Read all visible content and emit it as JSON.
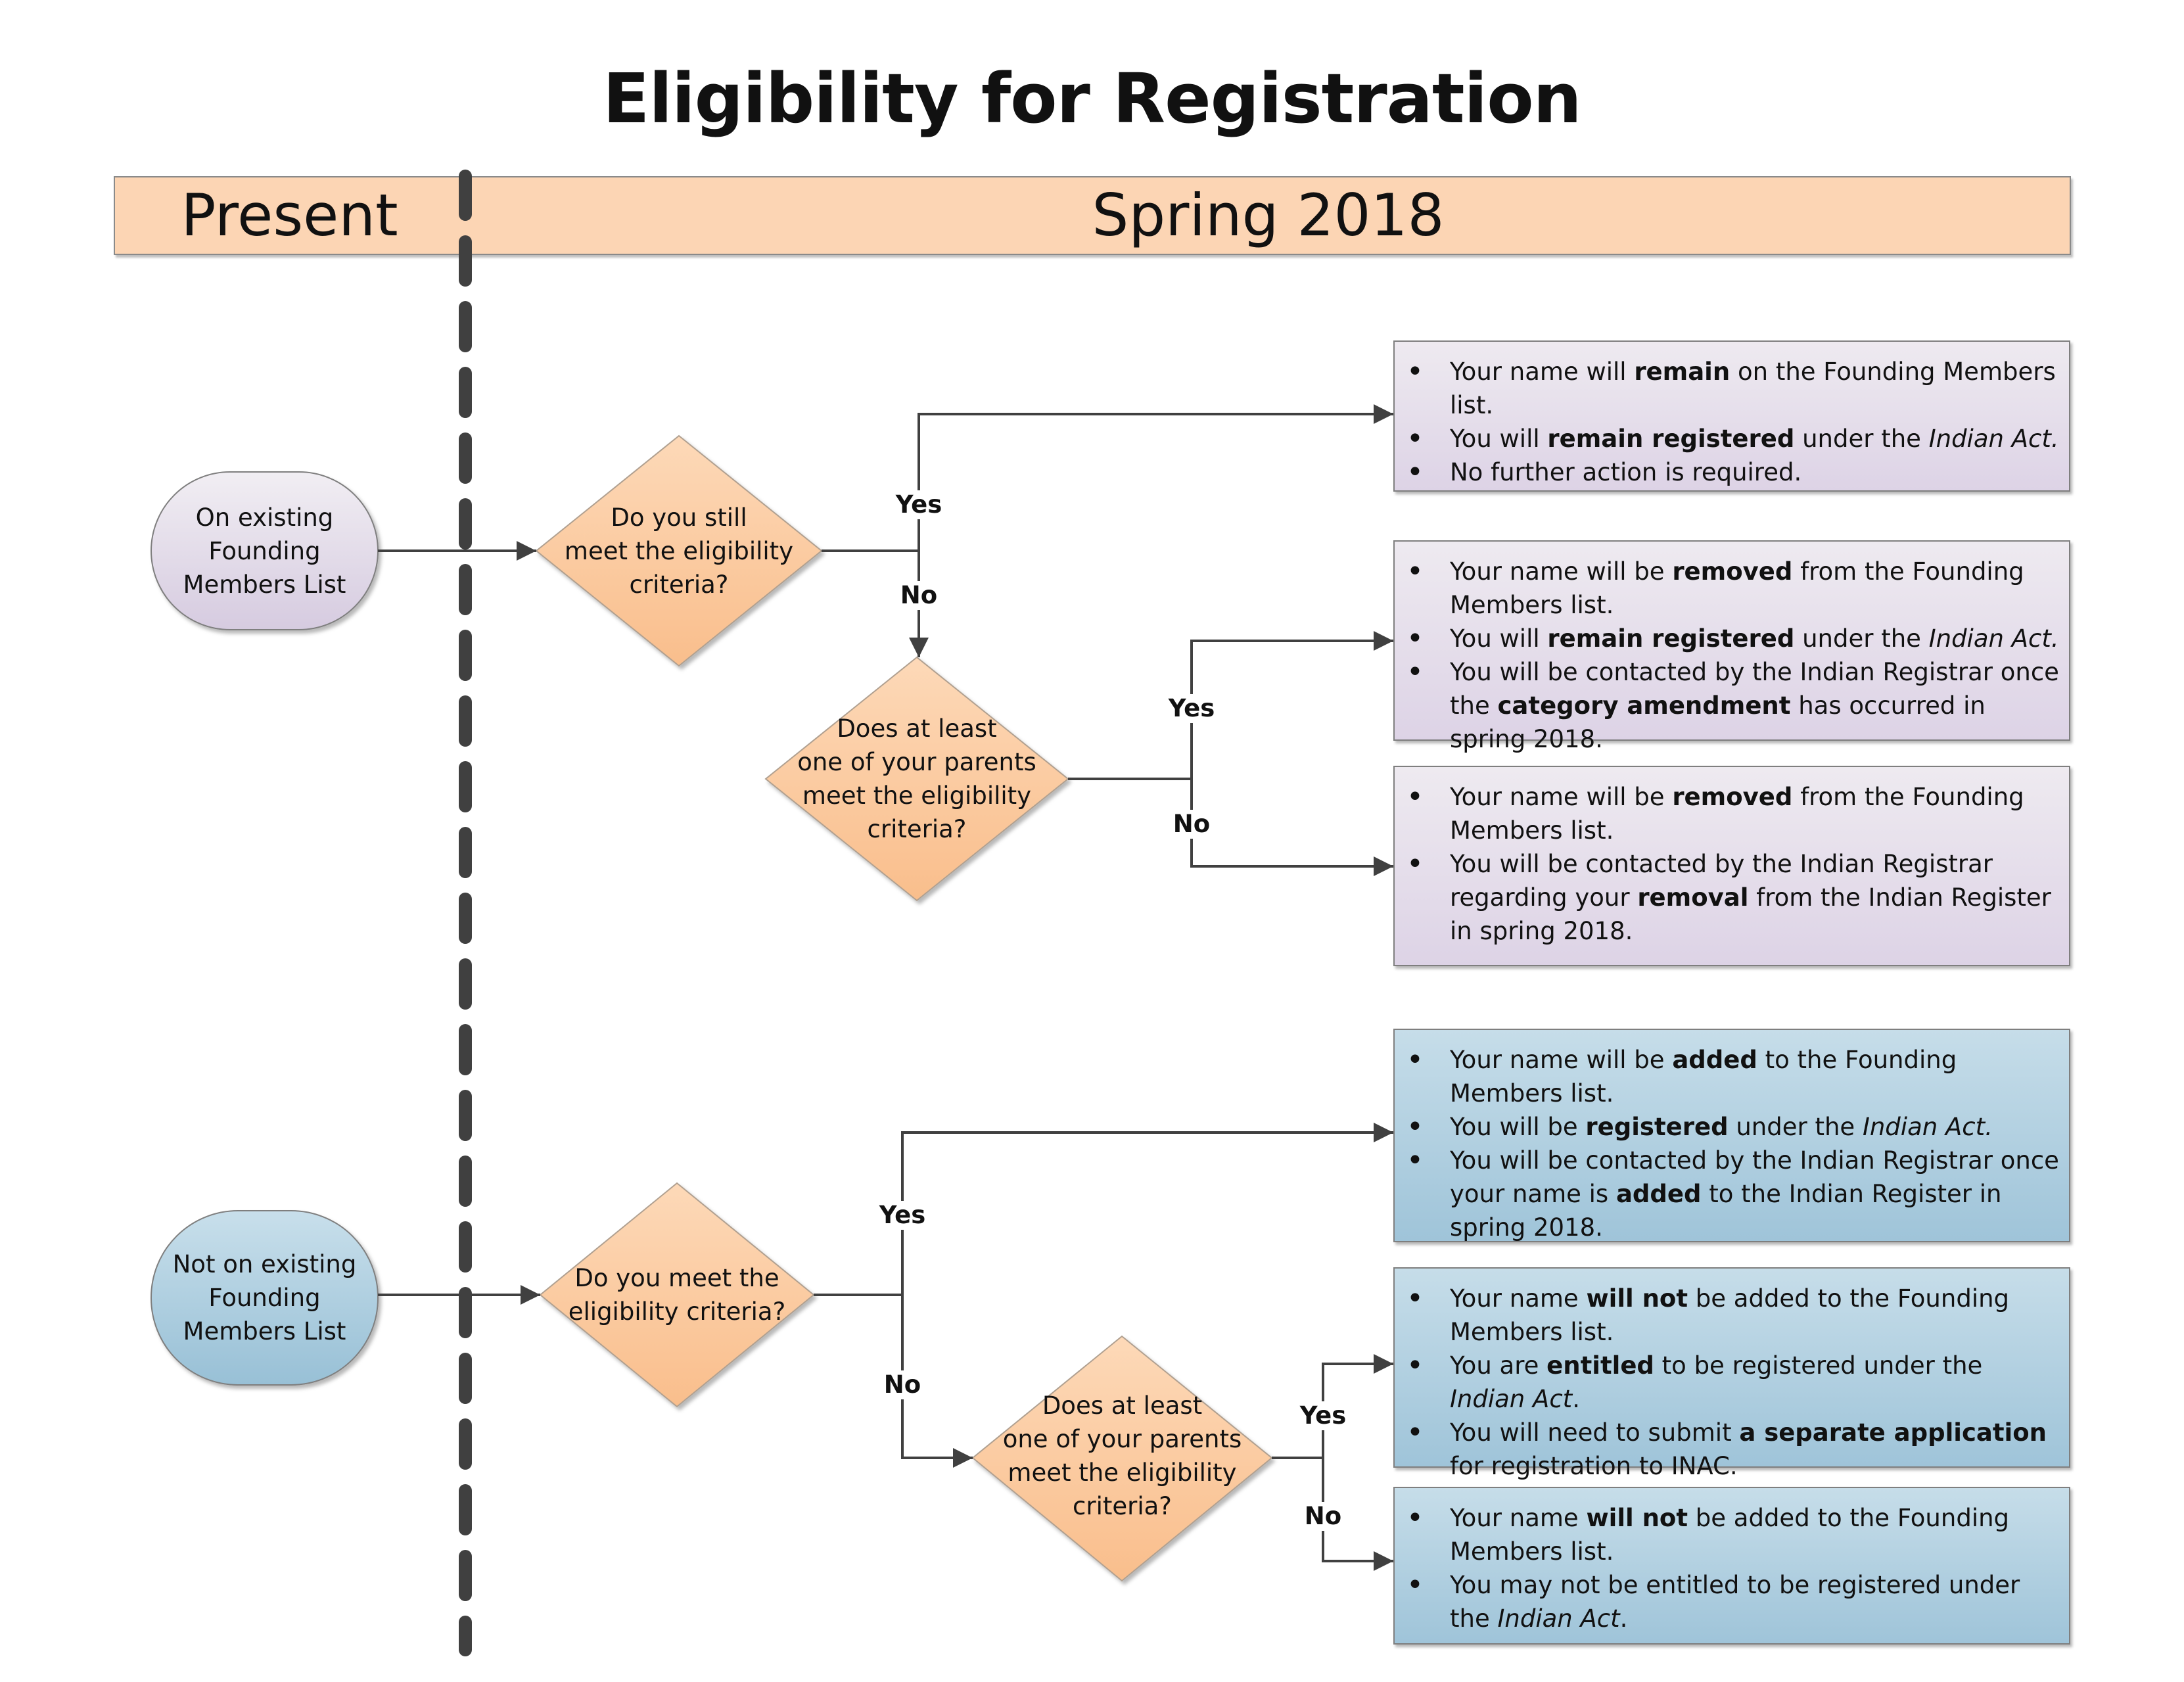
{
  "title": "Eligibility for Registration",
  "timeline": {
    "present": "Present",
    "future": "Spring 2018"
  },
  "colors": {
    "bar": "#fcd5b4",
    "decision": "#fbc89c",
    "purple": "#ddd3e6",
    "blue": "#a9cbdc",
    "line": "#404040"
  },
  "start_nodes": {
    "existing": [
      "On existing",
      "Founding",
      "Members List"
    ],
    "not_existing": [
      "Not on existing",
      "Founding",
      "Members List"
    ]
  },
  "decisions": {
    "d1": [
      "Do you still",
      "meet the eligibility",
      "criteria?"
    ],
    "d2": [
      "Does at least",
      "one of your parents",
      "meet the eligibility",
      "criteria?"
    ],
    "d3": [
      "Do you meet the",
      "eligibility criteria?"
    ],
    "d4": [
      "Does at least",
      "one of your parents",
      "meet the eligibility",
      "criteria?"
    ]
  },
  "labels": {
    "yes": "Yes",
    "no": "No"
  },
  "outcomes": {
    "o1": [
      [
        "Your name will ",
        {
          "b": "remain"
        },
        " on the Founding Members list."
      ],
      [
        "You will ",
        {
          "b": "remain registered"
        },
        " under the ",
        {
          "i": "Indian Act."
        }
      ],
      [
        "No further action is required."
      ]
    ],
    "o2": [
      [
        "Your name will be ",
        {
          "b": "removed"
        },
        " from the Founding Members list."
      ],
      [
        "You will ",
        {
          "b": "remain registered"
        },
        " under the ",
        {
          "i": "Indian Act."
        }
      ],
      [
        "You will be contacted by the Indian Registrar once the ",
        {
          "b": "category amendment"
        },
        " has occurred in spring 2018."
      ]
    ],
    "o3": [
      [
        "Your name will be ",
        {
          "b": "removed"
        },
        " from the Founding Members list."
      ],
      [
        "You will be contacted by the Indian Registrar regarding your ",
        {
          "b": "removal"
        },
        " from the Indian Register in spring 2018."
      ]
    ],
    "o4": [
      [
        "Your name will be ",
        {
          "b": "added"
        },
        " to the Founding Members list."
      ],
      [
        "You will be ",
        {
          "b": "registered"
        },
        " under the ",
        {
          "i": "Indian Act."
        }
      ],
      [
        "You will be contacted by the Indian Registrar once your name is ",
        {
          "b": "added"
        },
        " to the Indian Register  in spring 2018."
      ]
    ],
    "o5": [
      [
        "Your name ",
        {
          "b": "will not"
        },
        " be added to the Founding Members list."
      ],
      [
        "You are ",
        {
          "b": "entitled"
        },
        " to be registered under the ",
        {
          "i": "Indian Act"
        },
        "."
      ],
      [
        "You will need to submit ",
        {
          "b": "a separate application"
        },
        " for registration to INAC."
      ]
    ],
    "o6": [
      [
        "Your name ",
        {
          "b": "will not"
        },
        " be added to the Founding Members list."
      ],
      [
        "You may not be entitled to be registered under the ",
        {
          "i": "Indian Act"
        },
        "."
      ]
    ]
  }
}
